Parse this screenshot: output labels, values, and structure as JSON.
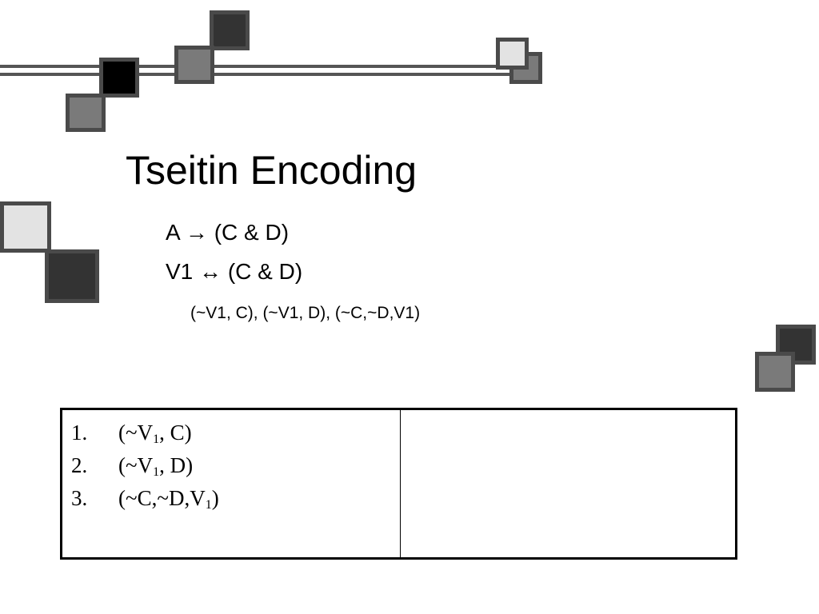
{
  "slide": {
    "title": "Tseitin Encoding",
    "lines": [
      {
        "lhs": "A",
        "arrow": "→",
        "rhs": "(C & D)"
      },
      {
        "lhs": "V1",
        "arrow": "↔",
        "rhs": "(C & D)"
      }
    ],
    "clauses_text": "(~V1, C), (~V1, D), (~C,~D,V1)"
  },
  "table": {
    "rows": [
      {
        "num": "1.",
        "pre": "(~V",
        "sub": "1",
        "post": ", C)"
      },
      {
        "num": "2.",
        "pre": "(~V",
        "sub": "1",
        "post": ", D)"
      },
      {
        "num": "3.",
        "pre": "(~C,~D,V",
        "sub": "1",
        "post": ")"
      }
    ]
  }
}
